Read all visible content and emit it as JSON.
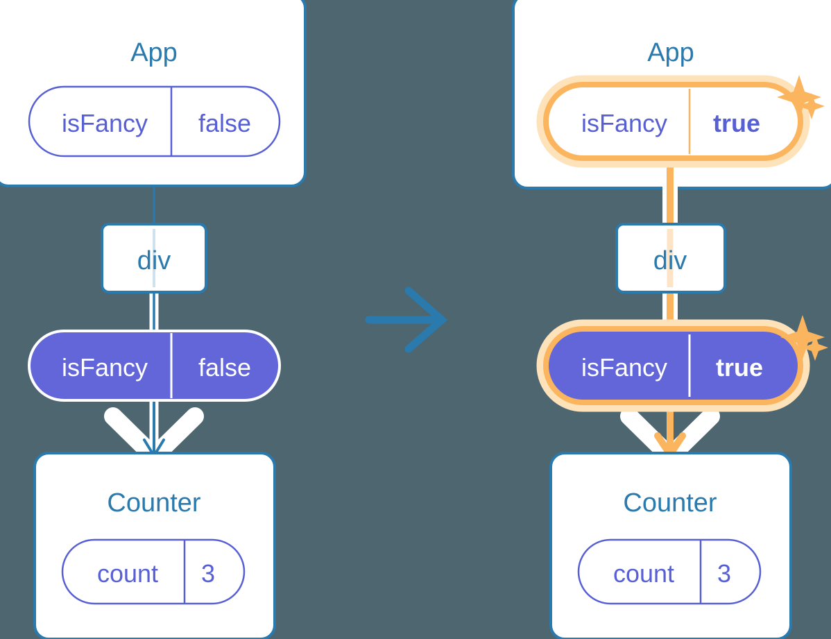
{
  "meta": {
    "background_color": "#4d6670",
    "accent_blue": "#2b7aad",
    "purple": "#575fd4",
    "purple_fill": "#6366d8",
    "orange": "#fbb55f",
    "orange_glow": "#fde2ba",
    "white": "#ffffff",
    "orange_soft": "#fde9c9"
  },
  "before": {
    "app": {
      "title": "App",
      "state_pill": {
        "name": "isFancy",
        "value": "false",
        "style": "outline",
        "highlighted": false
      }
    },
    "div_node": {
      "label": "div"
    },
    "prop_pill": {
      "name": "isFancy",
      "value": "false",
      "style": "filled",
      "highlighted": false
    },
    "counter": {
      "title": "Counter",
      "state_pill": {
        "name": "count",
        "value": "3",
        "style": "outline",
        "highlighted": false
      }
    }
  },
  "transition": {
    "icon": "arrow-right-icon"
  },
  "after": {
    "app": {
      "title": "App",
      "state_pill": {
        "name": "isFancy",
        "value": "true",
        "style": "outline",
        "highlighted": true,
        "value_bold": true
      },
      "sparkle": "sparkles-icon"
    },
    "div_node": {
      "label": "div"
    },
    "prop_pill": {
      "name": "isFancy",
      "value": "true",
      "style": "filled",
      "highlighted": true,
      "value_bold": true
    },
    "counter": {
      "title": "Counter",
      "state_pill": {
        "name": "count",
        "value": "3",
        "style": "outline",
        "highlighted": false
      }
    },
    "sparkle": "sparkles-icon"
  }
}
